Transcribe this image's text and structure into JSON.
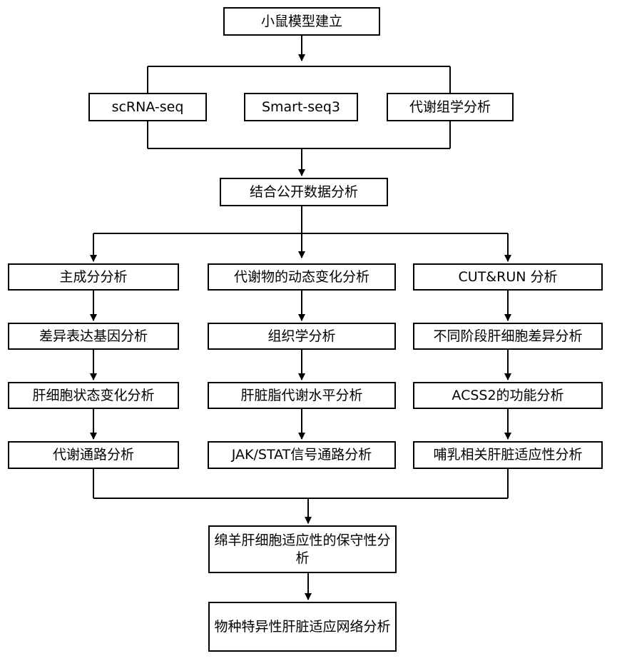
{
  "nodes": {
    "model": "小鼠模型建立",
    "scrna": "scRNA-seq",
    "smart": "Smart-seq3",
    "metabolomics": "代谢组学分析",
    "public": "结合公开数据分析",
    "pca": "主成分分析",
    "deg": "差异表达基因分析",
    "hepatocyte_state": "肝细胞状态变化分析",
    "metabolic_pathway": "代谢通路分析",
    "metabolite_dynamics": "代谢物的动态变化分析",
    "histology": "组织学分析",
    "lipid": "肝脏脂代谢水平分析",
    "jak_stat": "JAK/STAT信号通路分析",
    "cutrun": "CUT&RUN 分析",
    "stage_diff": "不同阶段肝细胞差异分析",
    "acss2": "ACSS2的功能分析",
    "lactation": "哺乳相关肝脏适应性分析",
    "conserved": "绵羊肝细胞适应性的保守性分析",
    "species": "物种特异性肝脏适应网络分析"
  }
}
